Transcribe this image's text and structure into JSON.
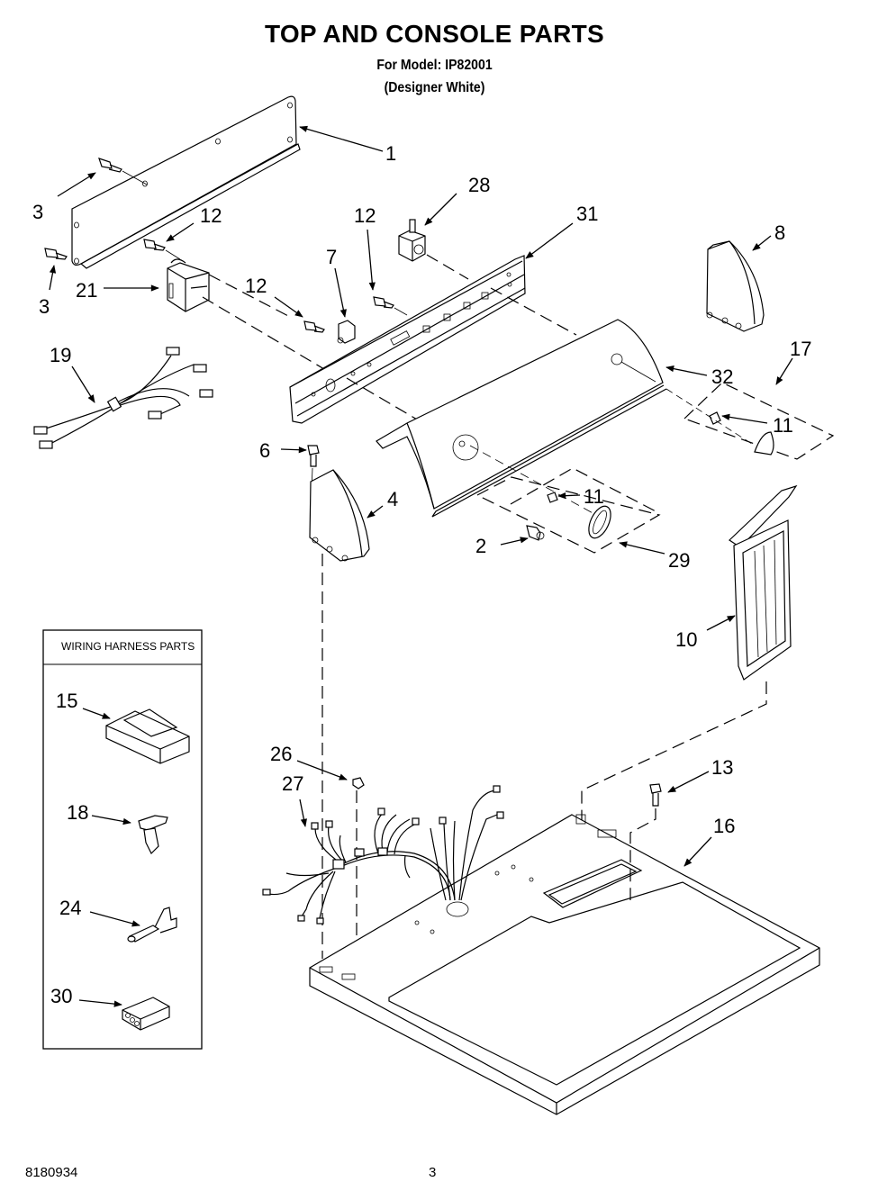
{
  "header": {
    "title": "TOP AND CONSOLE PARTS",
    "model_line": "For Model: IP82001",
    "color_line": "(Designer White)"
  },
  "footer": {
    "document_number": "8180934",
    "page_number": "3"
  },
  "legend_box": {
    "title": "WIRING HARNESS PARTS",
    "items": [
      {
        "ref": "15",
        "part": "connector-housing"
      },
      {
        "ref": "18",
        "part": "wire-clip"
      },
      {
        "ref": "24",
        "part": "crimp-terminal"
      },
      {
        "ref": "30",
        "part": "terminal-block"
      }
    ]
  },
  "callouts": {
    "c1": "1",
    "c3a": "3",
    "c3b": "3",
    "c12a": "12",
    "c12b": "12",
    "c12c": "12",
    "c28": "28",
    "c31": "31",
    "c8": "8",
    "c21": "21",
    "c7": "7",
    "c19": "19",
    "c32": "32",
    "c17": "17",
    "c11a": "11",
    "c11b": "11",
    "c6": "6",
    "c4": "4",
    "c2": "2",
    "c29": "29",
    "c10": "10",
    "c26": "26",
    "c27": "27",
    "c13": "13",
    "c16": "16"
  },
  "parts": [
    {
      "ref": "1",
      "name": "rear-panel"
    },
    {
      "ref": "2",
      "name": "screw"
    },
    {
      "ref": "3",
      "name": "screw"
    },
    {
      "ref": "4",
      "name": "left-end-cap"
    },
    {
      "ref": "6",
      "name": "screw"
    },
    {
      "ref": "7",
      "name": "clip"
    },
    {
      "ref": "8",
      "name": "right-end-cap"
    },
    {
      "ref": "10",
      "name": "lint-screen"
    },
    {
      "ref": "11",
      "name": "knob-spring"
    },
    {
      "ref": "12",
      "name": "screw"
    },
    {
      "ref": "13",
      "name": "screw"
    },
    {
      "ref": "16",
      "name": "top-panel"
    },
    {
      "ref": "17",
      "name": "knob-assembly"
    },
    {
      "ref": "19",
      "name": "wiring-harness"
    },
    {
      "ref": "21",
      "name": "timer"
    },
    {
      "ref": "26",
      "name": "clip"
    },
    {
      "ref": "27",
      "name": "main-wiring-harness"
    },
    {
      "ref": "28",
      "name": "switch"
    },
    {
      "ref": "29",
      "name": "knob-assembly"
    },
    {
      "ref": "31",
      "name": "console-bracket"
    },
    {
      "ref": "32",
      "name": "console-panel"
    }
  ]
}
